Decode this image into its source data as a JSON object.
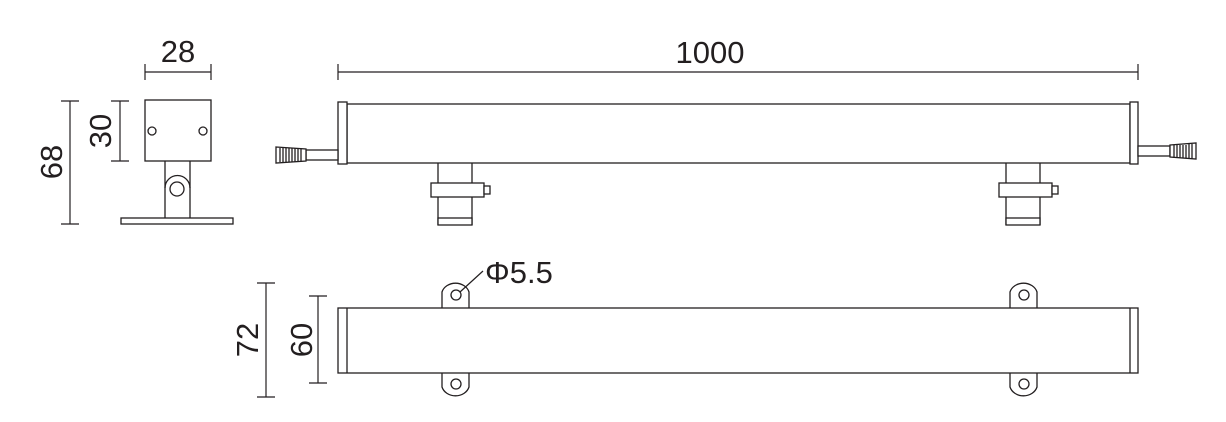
{
  "dimensions": {
    "side_width": "28",
    "side_head_height": "30",
    "side_total_height": "68",
    "length": "1000",
    "top_total_width": "72",
    "top_body_width": "60",
    "hole_diameter": "Φ5.5"
  },
  "colors": {
    "line": "#231f20",
    "background": "#ffffff"
  }
}
